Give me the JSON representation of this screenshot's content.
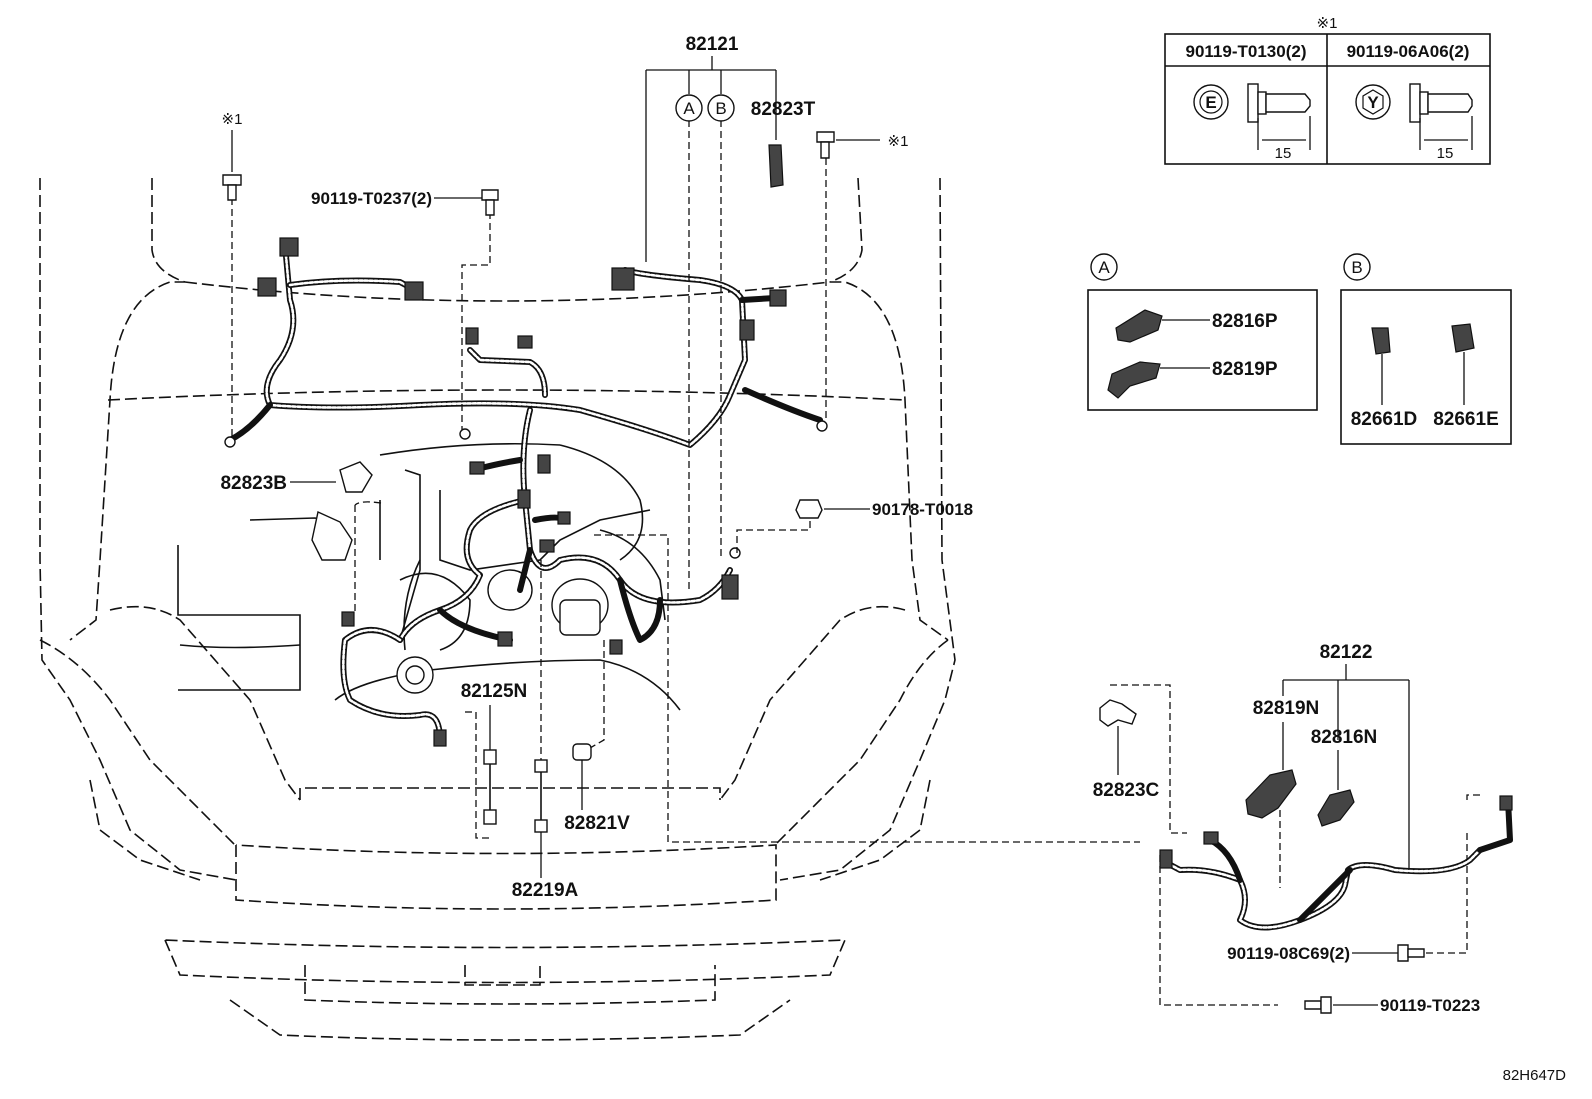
{
  "diagram": {
    "drawing_code": "82H647D",
    "note_mark": "※1",
    "callouts": {
      "harness_main": "82121",
      "label_A": "A",
      "label_B": "B",
      "p_82823T": "82823T",
      "bolt_T0237": "90119-T0237(2)",
      "p_82823B": "82823B",
      "nut_T0018": "90178-T0018",
      "p_82125N": "82125N",
      "p_82821V": "82821V",
      "p_82219A": "82219A",
      "harness_sub": "82122",
      "p_82819N": "82819N",
      "p_82816N": "82816N",
      "p_82823C": "82823C",
      "bolt_08C69": "90119-08C69(2)",
      "bolt_T0223": "90119-T0223"
    },
    "bolt_table": {
      "note": "※1",
      "columns": [
        {
          "header": "90119-T0130(2)",
          "head_mark": "E",
          "length": "15"
        },
        {
          "header": "90119-06A06(2)",
          "head_mark": "Y",
          "length": "15"
        }
      ]
    },
    "detail_A": {
      "key": "A",
      "items": [
        "82816P",
        "82819P"
      ]
    },
    "detail_B": {
      "key": "B",
      "items": [
        "82661D",
        "82661E"
      ]
    }
  }
}
